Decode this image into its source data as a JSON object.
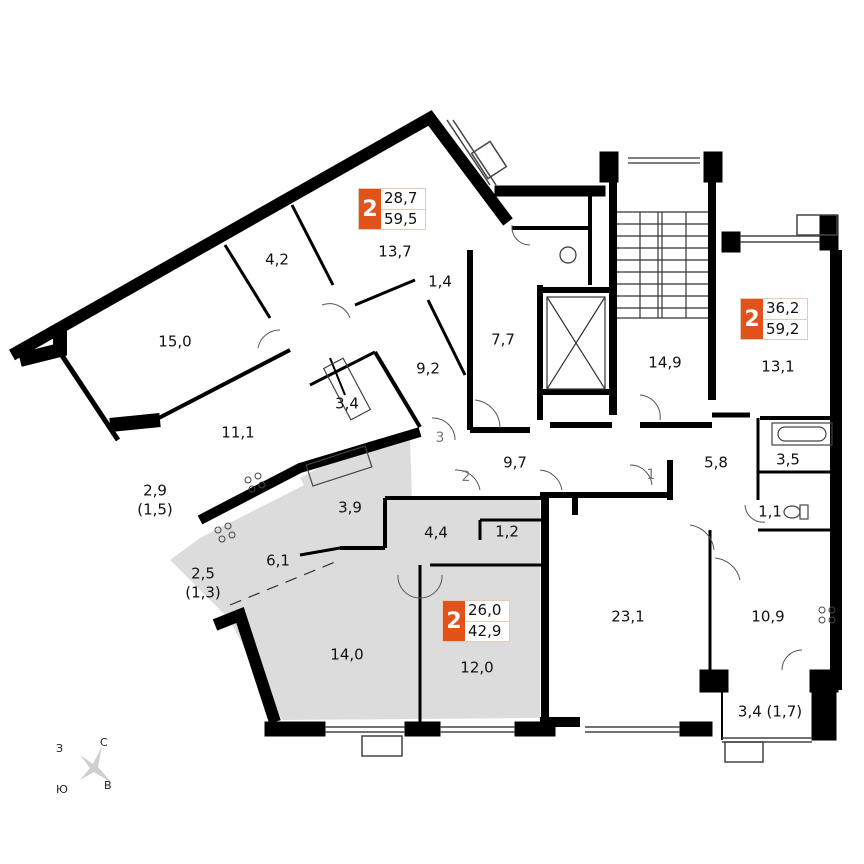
{
  "floor_plan": {
    "apartments": [
      {
        "id": "apt-top-left",
        "rooms": "2",
        "living_area": "28,7",
        "total_area": "59,5",
        "accent": "#e2531c"
      },
      {
        "id": "apt-right",
        "rooms": "2",
        "living_area": "36,2",
        "total_area": "59,2",
        "accent": "#e2531c"
      },
      {
        "id": "apt-bottom-center",
        "rooms": "2",
        "living_area": "26,0",
        "total_area": "42,9",
        "accent": "#e2531c"
      }
    ],
    "room_areas": {
      "r13_7": "13,7",
      "r4_2": "4,2",
      "r15_0": "15,0",
      "r1_4": "1,4",
      "r9_2": "9,2",
      "r3_4": "3,4",
      "r11_1": "11,1",
      "r2_9": "2,9",
      "r2_9_sub": "(1,5)",
      "r7_7": "7,7",
      "r14_9": "14,9",
      "r13_1": "13,1",
      "r9_7": "9,7",
      "r5_8": "5,8",
      "r3_5": "3,5",
      "r1_1": "1,1",
      "r3_9": "3,9",
      "r4_4": "4,4",
      "r1_2": "1,2",
      "r6_1": "6,1",
      "r2_5": "2,5",
      "r2_5_sub": "(1,3)",
      "r14_0": "14,0",
      "r12_0": "12,0",
      "r23_1": "23,1",
      "r10_9": "10,9",
      "r3_4b": "3,4 (1,7)"
    },
    "stair_numbers": {
      "s1": "1",
      "s2": "2",
      "s3": "3"
    },
    "colors": {
      "wall": "#000000",
      "highlight_fill": "#dcdcdc",
      "badge_accent": "#e2531c",
      "badge_border": "#e9c9b6"
    }
  },
  "compass": {
    "north": "С",
    "east": "В",
    "south": "Ю",
    "west": "З"
  }
}
